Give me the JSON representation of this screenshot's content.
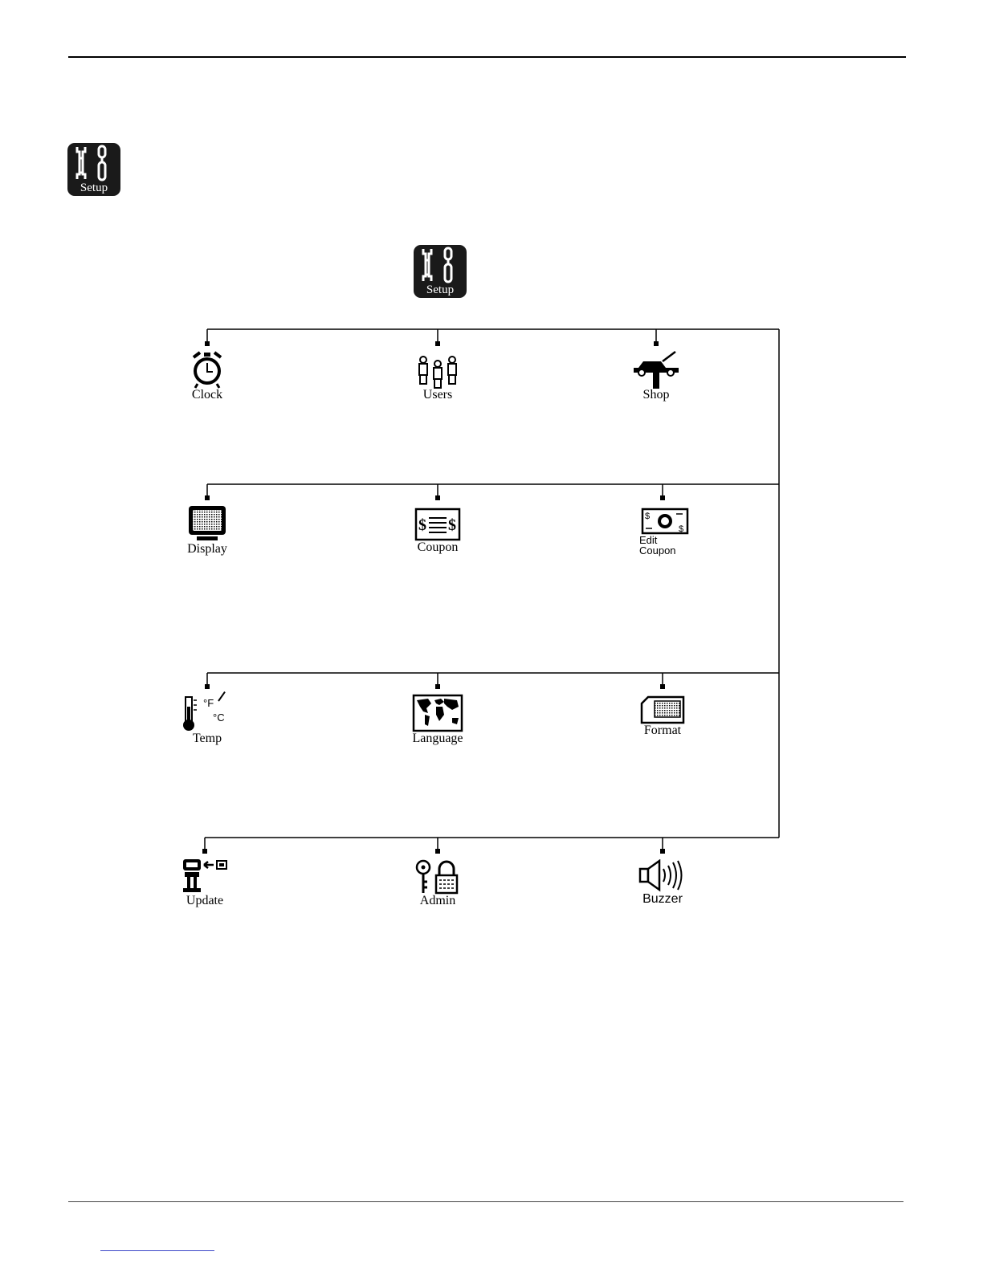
{
  "header_icon": {
    "label": "Setup",
    "icon": "setup-tools-icon"
  },
  "root": {
    "label": "Setup",
    "icon": "setup-tools-icon"
  },
  "rows": [
    [
      {
        "id": "clock",
        "label": "Clock",
        "icon": "alarm-clock-icon"
      },
      {
        "id": "users",
        "label": "Users",
        "icon": "users-icon"
      },
      {
        "id": "shop",
        "label": "Shop",
        "icon": "car-lift-icon"
      }
    ],
    [
      {
        "id": "display",
        "label": "Display",
        "icon": "monitor-icon"
      },
      {
        "id": "coupon",
        "label": "Coupon",
        "icon": "coupon-icon"
      },
      {
        "id": "edit-coupon",
        "label": "Edit\nCoupon",
        "icon": "edit-coupon-icon"
      }
    ],
    [
      {
        "id": "temp",
        "label": "Temp",
        "icon": "thermometer-icon"
      },
      {
        "id": "language",
        "label": "Language",
        "icon": "world-map-icon"
      },
      {
        "id": "format",
        "label": "Format",
        "icon": "memory-card-icon"
      }
    ],
    [
      {
        "id": "update",
        "label": "Update",
        "icon": "update-device-icon"
      },
      {
        "id": "admin",
        "label": "Admin",
        "icon": "key-lock-icon"
      },
      {
        "id": "buzzer",
        "label": "Buzzer",
        "icon": "speaker-icon"
      }
    ]
  ],
  "temp_units": {
    "f": "°F",
    "c": "°C"
  }
}
